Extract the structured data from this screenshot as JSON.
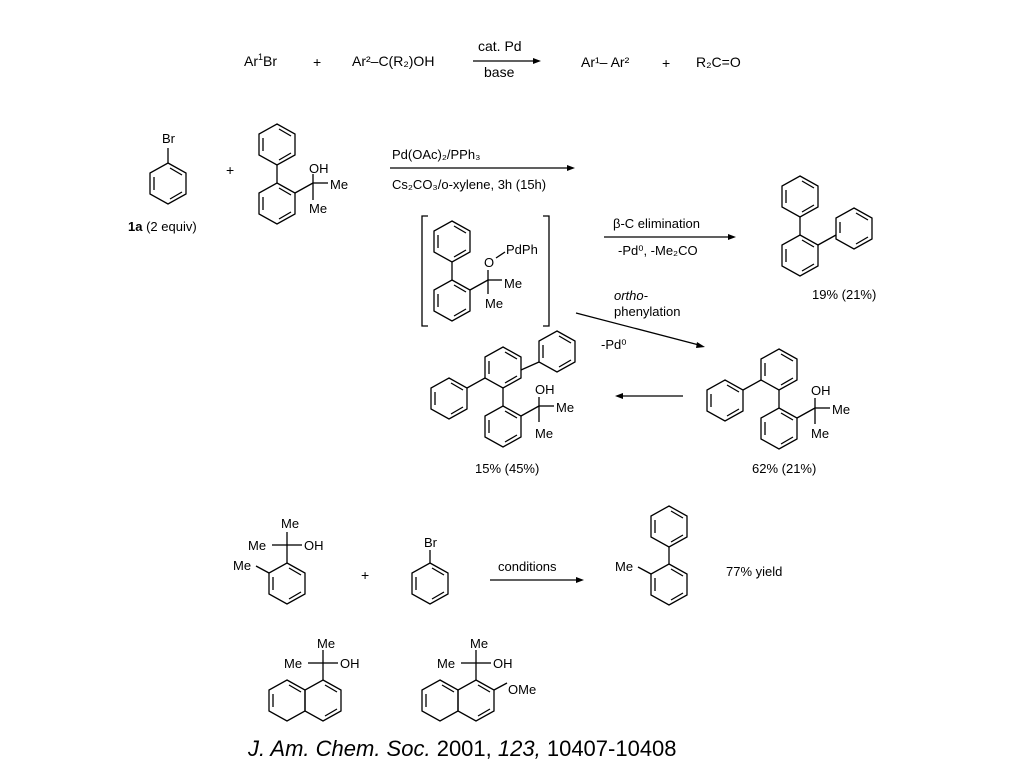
{
  "scheme_general": {
    "aryl_bromide": [
      "Ar",
      "1",
      "Br"
    ],
    "plus": "+",
    "alcohol": "Ar²–C(R₂)OH",
    "cond_above": "cat. Pd",
    "cond_below": "base",
    "biaryl": "Ar¹– Ar²",
    "ketone": "R₂C=O"
  },
  "scheme_main": {
    "bromobenzene_label": "Br",
    "bromobenzene_caption_bold": "1a",
    "bromobenzene_caption_rest": "(2 equiv)",
    "plus": "+",
    "reagent_oh": "OH",
    "reagent_me1": "Me",
    "reagent_me2": "Me",
    "cond_above": "Pd(OAc)₂/PPh₃",
    "cond_below": "Cs₂CO₃/o-xylene, 3h (15h)",
    "intermediate_o": "O",
    "intermediate_pdph": "PdPh",
    "intermediate_me1": "Me",
    "intermediate_me2": "Me",
    "beta_line1": "β-C elimination",
    "beta_line2": "-Pd⁰, -Me₂CO",
    "terphenyl_yield": "19% (21%)",
    "ortho_line1": "ortho-",
    "ortho_line2": "phenylation",
    "ortho_line3": "-Pd⁰",
    "mono_oh": "OH",
    "mono_me1": "Me",
    "mono_me2": "Me",
    "mono_yield": "62% (21%)",
    "di_oh": "OH",
    "di_me1": "Me",
    "di_me2": "Me",
    "di_yield": "15% (45%)"
  },
  "scheme_bottom": {
    "alc_me_top": "Me",
    "alc_me_oh": "Me",
    "alc_oh": "OH",
    "alc_ring_me": "Me",
    "plus": "+",
    "br": "Br",
    "conditions": "conditions",
    "product_me": "Me",
    "yield": "77% yield"
  },
  "scheme_extra": {
    "naph1_me": "Me",
    "naph1_me_oh": "Me",
    "naph1_oh": "OH",
    "naph2_me": "Me",
    "naph2_me_oh": "Me",
    "naph2_oh": "OH",
    "naph2_ome": "OMe"
  },
  "citation": {
    "journal": "J. Am. Chem. Soc.",
    "year": "2001,",
    "volume": "123,",
    "pages": "10407-10408"
  }
}
